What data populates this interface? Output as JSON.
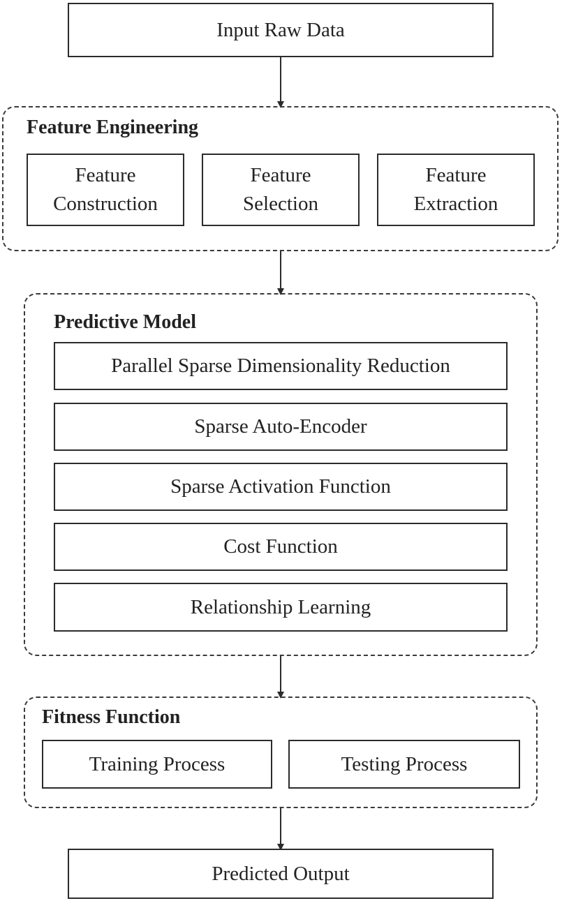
{
  "input": "Input Raw Data",
  "feature_engineering": {
    "title": "Feature Engineering",
    "items": [
      {
        "line1": "Feature",
        "line2": "Construction"
      },
      {
        "line1": "Feature",
        "line2": "Selection"
      },
      {
        "line1": "Feature",
        "line2": "Extraction"
      }
    ]
  },
  "predictive_model": {
    "title": "Predictive Model",
    "items": [
      "Parallel Sparse Dimensionality Reduction",
      "Sparse Auto-Encoder",
      "Sparse Activation Function",
      "Cost Function",
      "Relationship Learning"
    ]
  },
  "fitness_function": {
    "title": "Fitness Function",
    "items": [
      "Training Process",
      "Testing Process"
    ]
  },
  "output": "Predicted Output"
}
